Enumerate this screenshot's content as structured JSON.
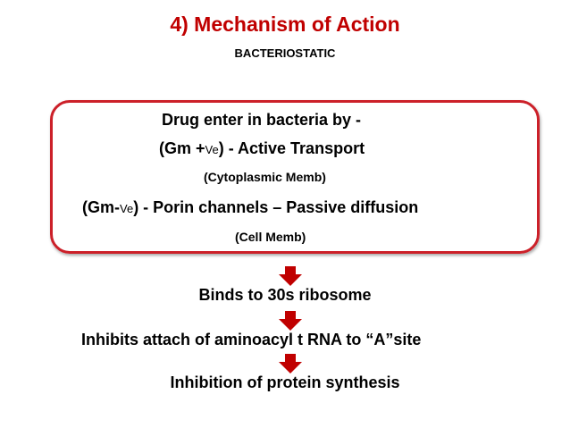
{
  "title": "4) Mechanism of Action",
  "subtitle": "BACTERIOSTATIC",
  "box": {
    "line1": "Drug enter in bacteria by -",
    "line2_pre": "(Gm +",
    "line2_sub": "Ve",
    "line2_post": ") - Active Transport",
    "line3": "(Cytoplasmic Memb)",
    "line4_pre": "(Gm-",
    "line4_sub": "Ve",
    "line4_post": ") - Porin channels – Passive diffusion",
    "line5": "(Cell Memb)"
  },
  "steps": [
    "Binds to 30s ribosome",
    "Inhibits attach of aminoacyl t RNA to “A”site",
    "Inhibition of protein synthesis"
  ],
  "colors": {
    "title": "#c00000",
    "box_border": "#cc2029",
    "arrow": "#c00000"
  }
}
